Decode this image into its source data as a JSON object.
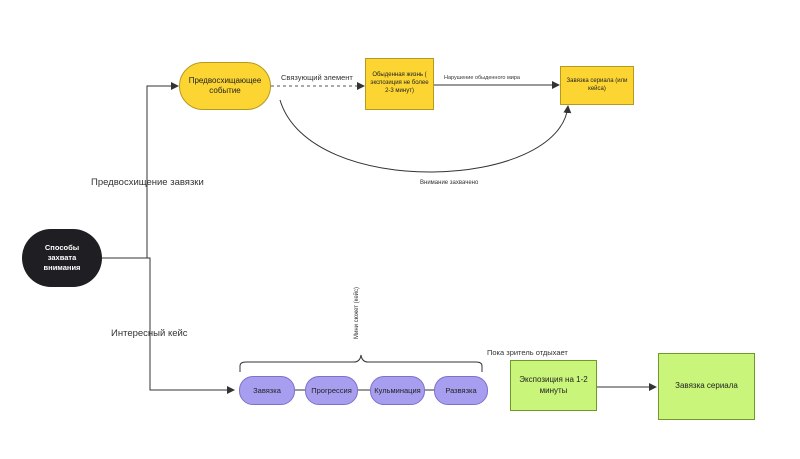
{
  "nodes": {
    "root": "Способы захвата внимания",
    "anticipating_event": "Предвосхищающее событие",
    "ordinary_life": "Обыденная жизнь ( экспозиция не более 2-3 минут)",
    "series_hook_top": "Завязка сериала (или кейса)",
    "case_plot": "Завязка",
    "case_progress": "Прогрессия",
    "case_climax": "Кульминация",
    "case_resolution": "Развязка",
    "exposition": "Экспозиция на 1-2 минуты",
    "series_hook_bottom": "Завязка сериала"
  },
  "edge_labels": {
    "foreshadowing": "Предвосхищение завязки",
    "interesting_case": "Интересный кейс",
    "linking_element": "Связующий элемент",
    "ordinary_broken": "Нарушение обыденного мира",
    "attention_captured": "Внимание захвачено",
    "mini_plot": "Мини сюжет (кейс)",
    "viewer_rests": "Пока зритель отдыхает"
  },
  "colors": {
    "yellow": "#fcd533",
    "purple": "#a79ef0",
    "green": "#c8f57a",
    "dark": "#1f1f23"
  }
}
